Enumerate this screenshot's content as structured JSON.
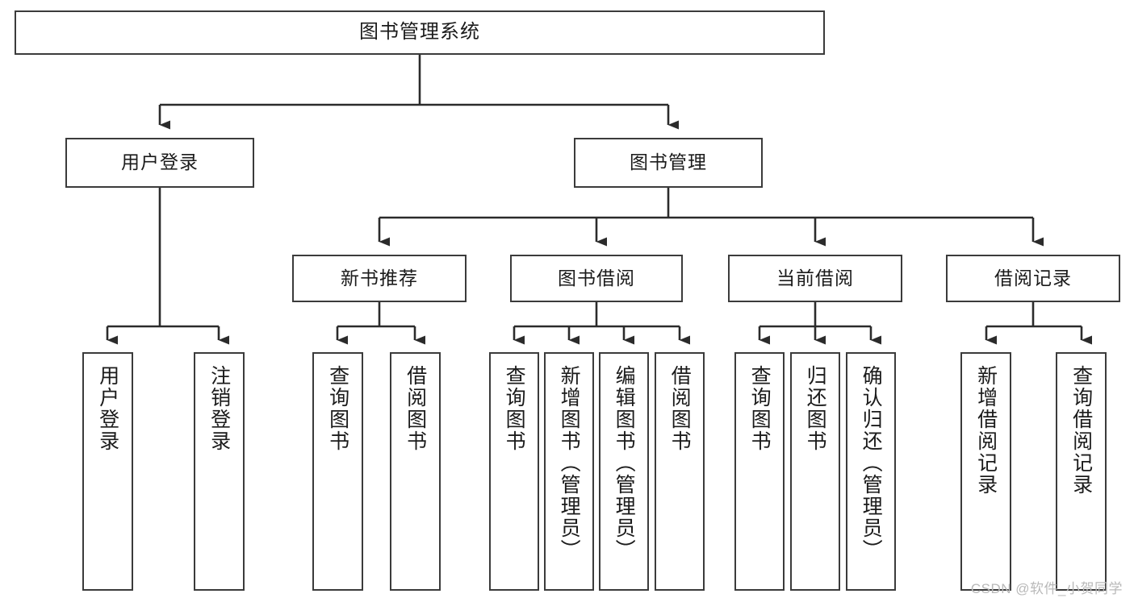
{
  "diagram": {
    "title": "图书管理系统",
    "type": "functional-decomposition-tree",
    "watermark": "CSDN @软件_小贺同学",
    "colors": {
      "box_border": "#3b3b3b",
      "connector": "#2b2b2b",
      "background": "#ffffff",
      "text": "#1b1b1b",
      "watermark": "#b9b9b9"
    }
  },
  "nodes": {
    "root": {
      "label": "图书管理系统"
    },
    "level2": [
      {
        "label": "用户登录"
      },
      {
        "label": "图书管理"
      }
    ],
    "level3": [
      {
        "label": "新书推荐"
      },
      {
        "label": "图书借阅"
      },
      {
        "label": "当前借阅"
      },
      {
        "label": "借阅记录"
      }
    ],
    "leaves": {
      "user_login": [
        {
          "label": "用户登录"
        },
        {
          "label": "注销登录"
        }
      ],
      "new_book_recommend": [
        {
          "label": "查询图书"
        },
        {
          "label": "借阅图书"
        }
      ],
      "book_borrow": [
        {
          "label": "查询图书"
        },
        {
          "label": "新增图书（管理员）"
        },
        {
          "label": "编辑图书（管理员）"
        },
        {
          "label": "借阅图书"
        }
      ],
      "current_borrow": [
        {
          "label": "查询图书"
        },
        {
          "label": "归还图书"
        },
        {
          "label": "确认归还（管理员）"
        }
      ],
      "borrow_record": [
        {
          "label": "新增借阅记录"
        },
        {
          "label": "查询借阅记录"
        }
      ]
    }
  }
}
